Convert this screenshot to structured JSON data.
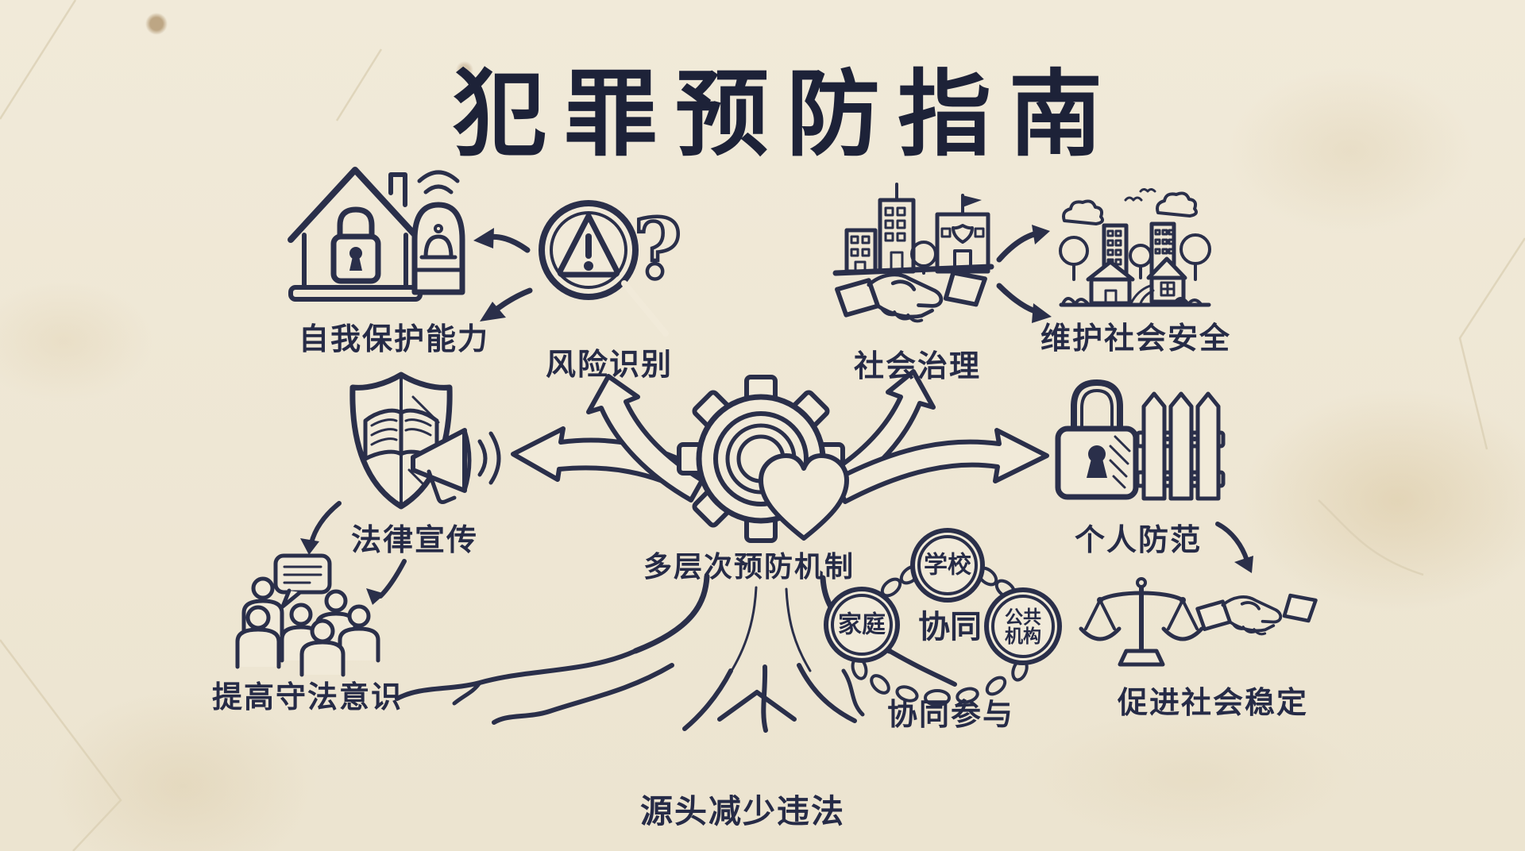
{
  "palette": {
    "ink": "#2a2f4a",
    "paper": "#f0e9d8",
    "title_ink": "#1d2238"
  },
  "title": {
    "text": "犯罪预防指南"
  },
  "labels": {
    "self_protection": "自我保护能力",
    "risk_identification": "风险识别",
    "social_governance": "社会治理",
    "social_safety": "维护社会安全",
    "legal_publicity": "法律宣传",
    "law_awareness": "提高守法意识",
    "mechanism": "多层次预防机制",
    "personal_prevention": "个人防范",
    "collaboration": "协同参与",
    "social_stability": "促进社会稳定",
    "source_reduction": "源头减少违法"
  },
  "collaboration_circle": {
    "top": "学校",
    "left": "家庭",
    "right": "公共机构",
    "center": "协同"
  }
}
